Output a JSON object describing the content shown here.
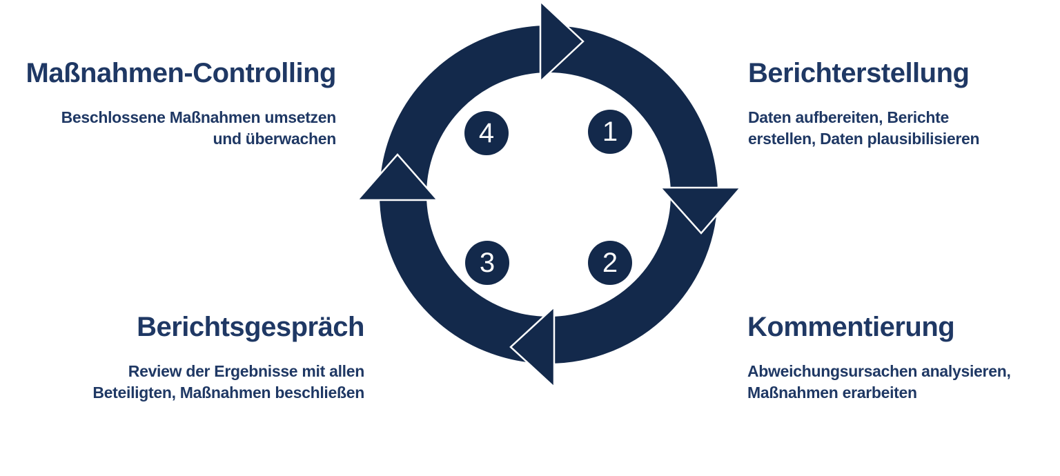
{
  "colors": {
    "background": "#ffffff",
    "ring": "#13294b",
    "arrow_fill": "#13294b",
    "arrow_outline": "#ffffff",
    "badge_fill": "#13294b",
    "badge_text": "#ffffff",
    "text": "#1f3864"
  },
  "diagram": {
    "type": "circular-process-cycle",
    "direction": "clockwise",
    "badges": {
      "one": "1",
      "two": "2",
      "three": "3",
      "four": "4"
    },
    "quadrants": {
      "top_left": {
        "step": "4",
        "title": "Maßnahmen-Controlling",
        "desc_lines": [
          "Beschlossene Maßnahmen umsetzen",
          "und überwachen"
        ]
      },
      "top_right": {
        "step": "1",
        "title": "Berichterstellung",
        "desc_lines": [
          "Daten aufbereiten, Berichte",
          "erstellen, Daten plausibilisieren"
        ]
      },
      "bottom_left": {
        "step": "3",
        "title": "Berichtsgespräch",
        "desc_lines": [
          "Review der Ergebnisse mit allen",
          "Beteiligten, Maßnahmen beschließen"
        ]
      },
      "bottom_right": {
        "step": "2",
        "title": "Kommentierung",
        "desc_lines": [
          "Abweichungsursachen analysieren,",
          "Maßnahmen erarbeiten"
        ]
      }
    }
  }
}
